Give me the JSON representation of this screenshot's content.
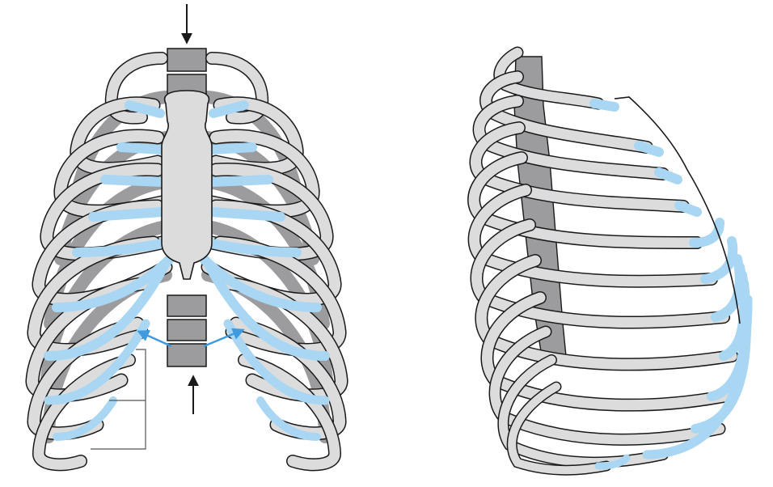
{
  "figure": {
    "views": [
      {
        "id": "anterior",
        "ribs": 12
      },
      {
        "id": "lateral",
        "ribs": 12
      }
    ],
    "arrows": [
      {
        "id": "top-vertebra-arrow",
        "direction": "down"
      },
      {
        "id": "bottom-vertebra-arrow",
        "direction": "up"
      },
      {
        "id": "left-cartilage-arrow",
        "direction": "up-left"
      },
      {
        "id": "right-cartilage-arrow",
        "direction": "up-right"
      }
    ],
    "leader_lines": 3
  },
  "colors": {
    "bone": "#dcdcdc",
    "bone_dark": "#9c9c9e",
    "cartilage": "#a9d6f2",
    "outline": "#1a1a1a",
    "arrow_blue": "#3f9ae0"
  }
}
